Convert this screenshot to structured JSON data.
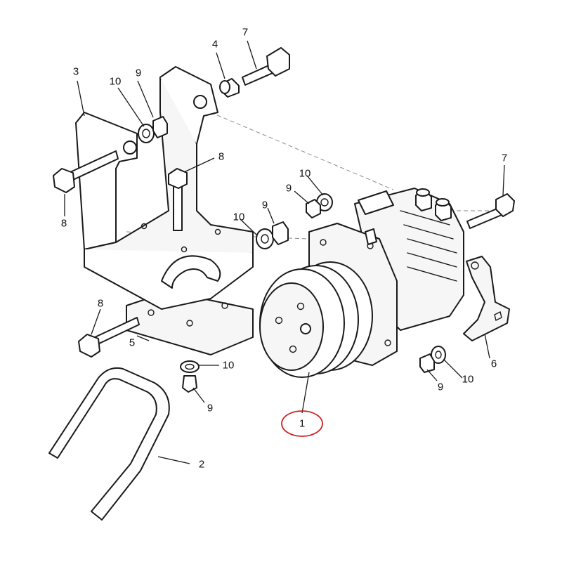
{
  "diagram": {
    "callouts": {
      "c1": "1",
      "c2": "2",
      "c3": "3",
      "c4": "4",
      "c5": "5",
      "c6": "6",
      "c7a": "7",
      "c7b": "7",
      "c8a": "8",
      "c8b": "8",
      "c8c": "8",
      "c9a": "9",
      "c9b": "9",
      "c9c": "9",
      "c9d": "9",
      "c9e": "9",
      "c10a": "10",
      "c10b": "10",
      "c10c": "10",
      "c10d": "10",
      "c10e": "10"
    },
    "highlight_color": "#cc2222",
    "highlighted_part": "1"
  }
}
